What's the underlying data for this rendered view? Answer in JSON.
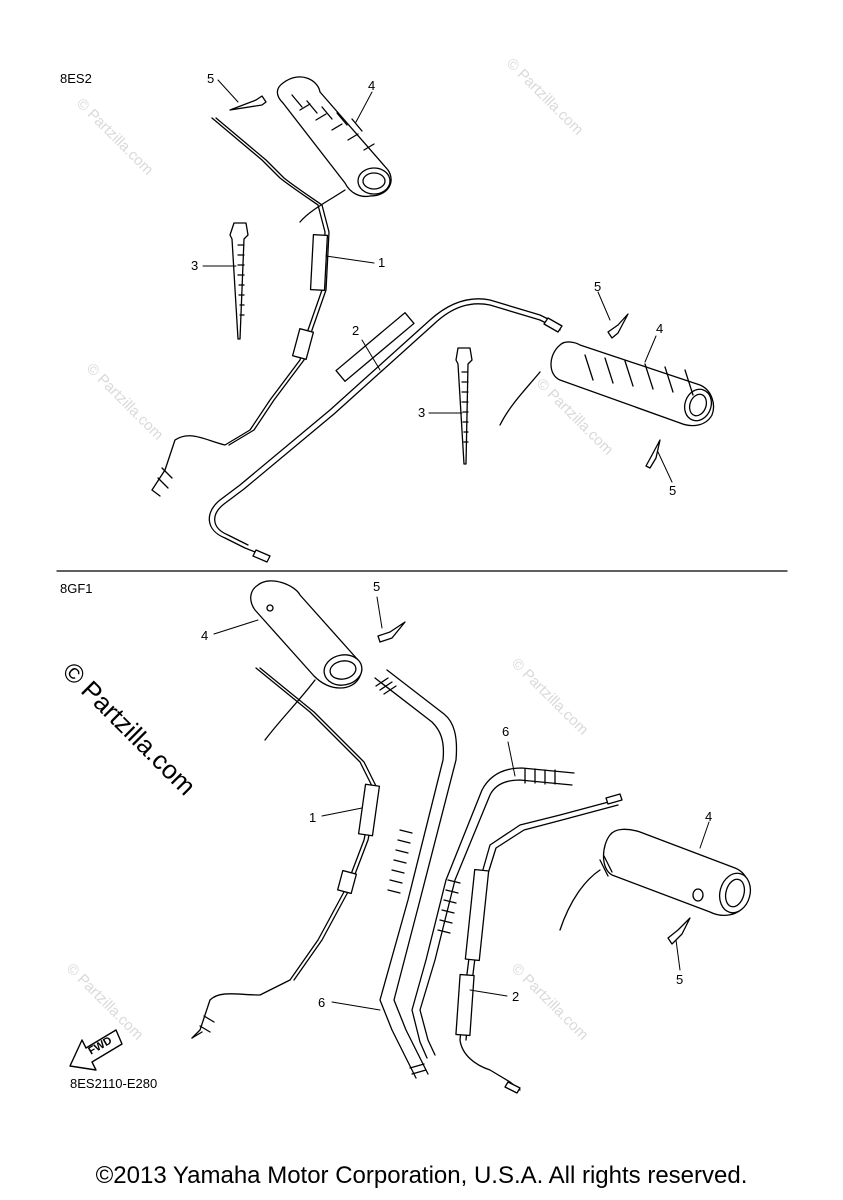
{
  "sections": [
    {
      "code": "8ES2"
    },
    {
      "code": "8GF1"
    }
  ],
  "callouts": {
    "top": [
      "5",
      "4",
      "3",
      "1",
      "2",
      "5",
      "4",
      "3",
      "5"
    ],
    "bottom": [
      "5",
      "4",
      "1",
      "6",
      "4",
      "6",
      "2",
      "5"
    ]
  },
  "watermark": {
    "small": "© Partzilla.com",
    "large": "© Partzilla.com"
  },
  "fwd_label": "FWD",
  "diagram_code": "8ES2110-E280",
  "footer": "©2013 Yamaha Motor Corporation, U.S.A. All rights reserved.",
  "colors": {
    "line": "#000000",
    "watermark": "#d9d9d9"
  }
}
